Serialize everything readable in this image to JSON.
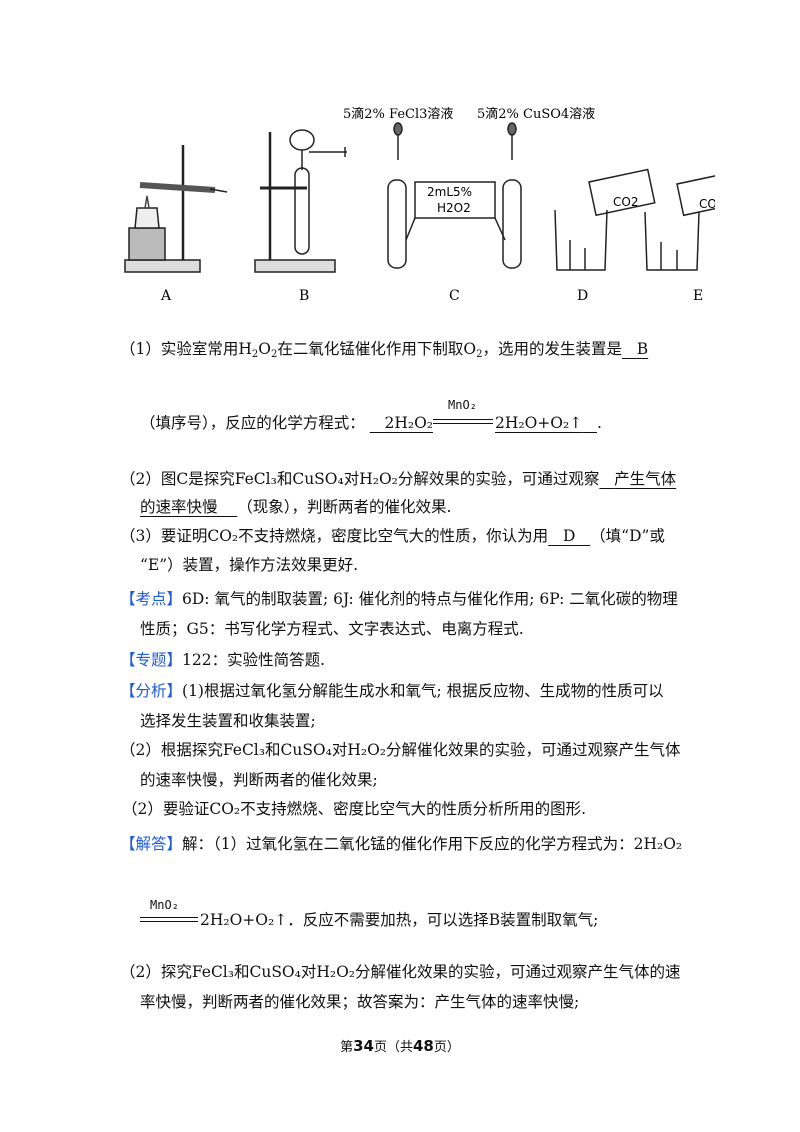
{
  "figure": {
    "top_label_fecl3": "5滴2% FeCl3溶液",
    "top_label_cuso4": "5滴2% CuSO4溶液",
    "box_line1": "2mL5%",
    "box_line2": "H2O2",
    "co2_label": "CO2",
    "labels": [
      "A",
      "B",
      "C",
      "D",
      "E"
    ]
  },
  "q1": {
    "prefix": "（1）实验室常用",
    "mid": "在二氧化锰催化作用下制取",
    "tail": "，选用的发生装置是",
    "answer": "B",
    "line2_prefix": "（填序号），反应的化学方程式：",
    "eq_left": "2H₂O₂",
    "catalyst": "MnO₂",
    "eq_right": "2H₂O+O₂↑",
    "end": "."
  },
  "q2": {
    "l1_prefix": "（2）图C是探究FeCl₃和CuSO₄对H₂O₂分解效果的实验，可通过观察",
    "answer_part1": "产生气体",
    "answer_part2": "的速率快慢",
    "l2_tail": "（现象），判断两者的催化效果."
  },
  "q3": {
    "l1_prefix": "（3）要证明CO₂不支持燃烧，密度比空气大的性质，你认为用",
    "answer": "D",
    "l1_tail": "（填“D”或",
    "l2": "“E”）装置，操作方法效果更好."
  },
  "kaodian": {
    "tag": "【考点】",
    "l1": "6D: 氧气的制取装置; 6J: 催化剂的特点与催化作用; 6P: 二氧化碳的物理",
    "l2": "性质；G5：书写化学方程式、文字表达式、电离方程式."
  },
  "zhuanti": {
    "tag": "【专题】",
    "text": "122：实验性简答题."
  },
  "fenxi": {
    "tag": "【分析】",
    "l1": "(1)根据过氧化氢分解能生成水和氧气; 根据反应物、生成物的性质可以",
    "l2": "选择发生装置和收集装置;",
    "l3": "（2）根据探究FeCl₃和CuSO₄对H₂O₂分解催化效果的实验，可通过观察产生气体",
    "l4": "的速率快慢，判断两者的催化效果;",
    "l5": "（2）要验证CO₂不支持燃烧、密度比空气大的性质分析所用的图形."
  },
  "jieda": {
    "tag": "【解答】",
    "l1": "解：（1）过氧化氢在二氧化锰的催化作用下反应的化学方程式为：2H₂O₂",
    "catalyst": "MnO₂",
    "l2": "2H₂O+O₂↑．反应不需要加热，可以选择B装置制取氧气;",
    "l3": "（2）探究FeCl₃和CuSO₄对H₂O₂分解催化效果的实验，可通过观察产生气体的速",
    "l4": "率快慢，判断两者的催化效果；故答案为：产生气体的速率快慢;"
  },
  "footer": {
    "pre": "第",
    "page": "34",
    "mid": "页（共",
    "total": "48",
    "post": "页）"
  }
}
